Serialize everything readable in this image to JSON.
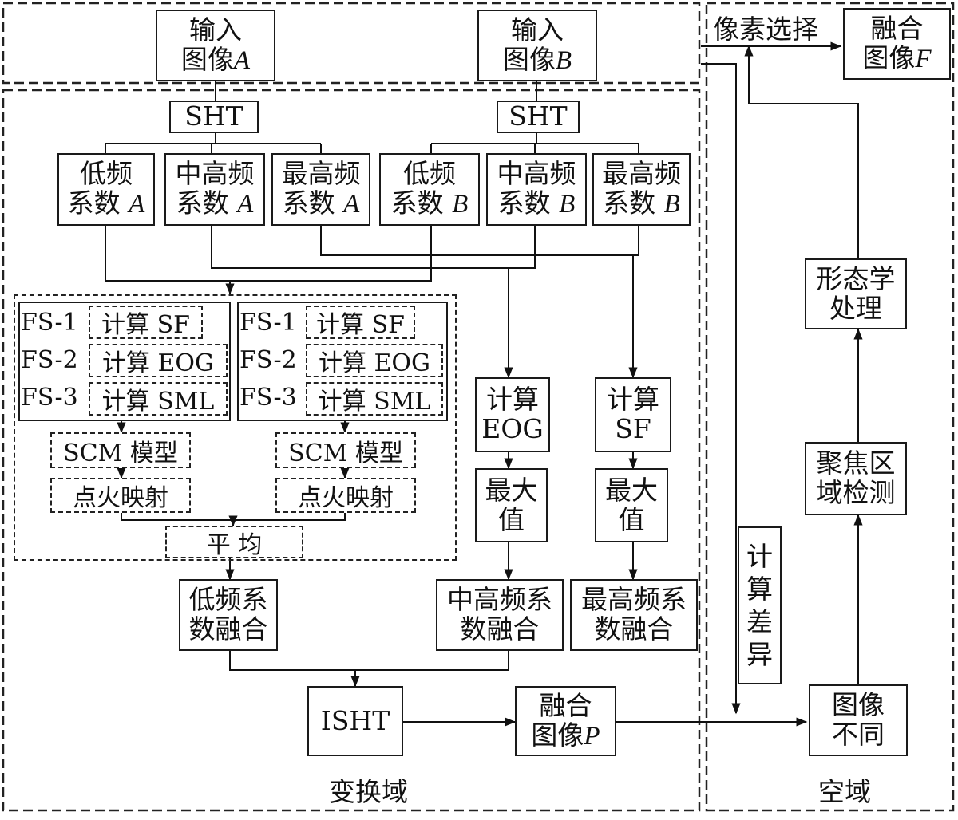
{
  "input_a": {
    "line1": "输入",
    "line2": "图像",
    "var": "A"
  },
  "input_b": {
    "line1": "输入",
    "line2": "图像",
    "var": "B"
  },
  "sht_a": "SHT",
  "sht_b": "SHT",
  "coef": [
    {
      "line1": "低频",
      "line2": "系数",
      "var": "A"
    },
    {
      "line1": "中高频",
      "line2": "系数",
      "var": "A"
    },
    {
      "line1": "最高频",
      "line2": "系数",
      "var": "A"
    },
    {
      "line1": "低频",
      "line2": "系数",
      "var": "B"
    },
    {
      "line1": "中高频",
      "line2": "系数",
      "var": "B"
    },
    {
      "line1": "最高频",
      "line2": "系数",
      "var": "B"
    }
  ],
  "fs_labels": [
    "FS-1",
    "FS-2",
    "FS-3"
  ],
  "fs_ops": [
    "计算 SF",
    "计算 EOG",
    "计算 SML"
  ],
  "scm_model": "SCM 模型",
  "fire_map": "点火映射",
  "average": "平 均",
  "calc_eog": {
    "line1": "计算",
    "line2": "EOG"
  },
  "calc_sf": {
    "line1": "计算",
    "line2": "SF"
  },
  "max_value": {
    "line1": "最大",
    "line2": "值"
  },
  "low_fusion": {
    "line1": "低频系",
    "line2": "数融合"
  },
  "midhigh_fusion": {
    "line1": "中高频系",
    "line2": "数融合"
  },
  "highest_fusion": {
    "line1": "最高频系",
    "line2": "数融合"
  },
  "isht": "ISHT",
  "fused_p": {
    "line1": "融合",
    "line2": "图像",
    "var": "P"
  },
  "calc_diff": [
    "计",
    "算",
    "差",
    "异"
  ],
  "image_diff": {
    "line1": "图像",
    "line2": "不同"
  },
  "focus_detect": {
    "line1": "聚焦区",
    "line2": "域检测"
  },
  "morph": {
    "line1": "形态学",
    "line2": "处理"
  },
  "pixel_select": "像素选择",
  "fused_f": {
    "line1": "融合",
    "line2": "图像",
    "var": "F"
  },
  "region_transform": "变换域",
  "region_spatial": "空域"
}
